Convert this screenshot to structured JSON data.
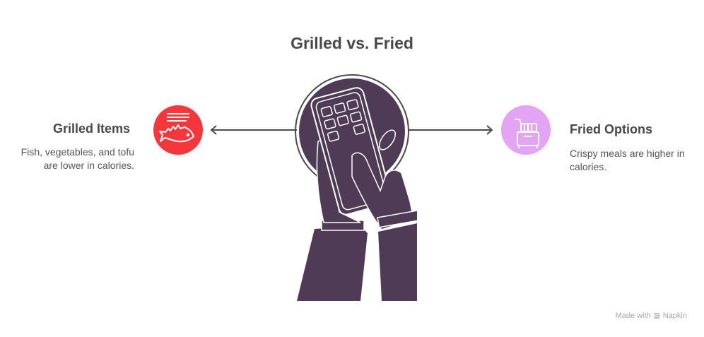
{
  "title": "Grilled vs. Fried",
  "left": {
    "heading": "Grilled Items",
    "description": "Fish, vegetables, and tofu are lower in calories.",
    "icon": "grilled-fish-icon",
    "color": "#f4373d"
  },
  "right": {
    "heading": "Fried Options",
    "description": "Crispy meals are higher in calories.",
    "icon": "deep-fryer-icon",
    "color": "#e3a4f3"
  },
  "center": {
    "icon": "hands-calculator-icon",
    "color": "#4f3b55"
  },
  "footer": {
    "made_with": "Made with",
    "brand": "Napkin"
  }
}
